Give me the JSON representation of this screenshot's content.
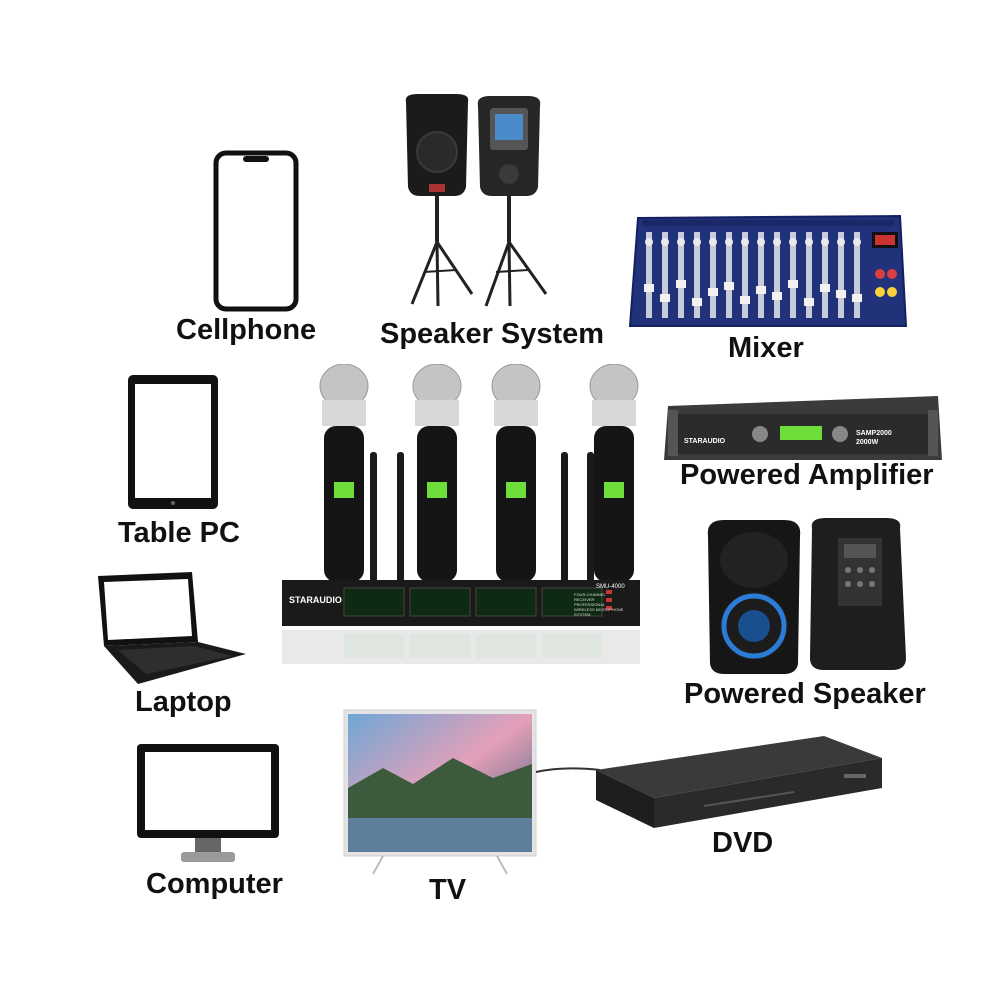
{
  "labels": {
    "cellphone": "Cellphone",
    "speaker_system": "Speaker System",
    "mixer": "Mixer",
    "table_pc": "Table PC",
    "powered_amplifier": "Powered Amplifier",
    "laptop": "Laptop",
    "powered_speaker": "Powered Speaker",
    "computer": "Computer",
    "tv": "TV",
    "dvd": "DVD"
  },
  "receiver": {
    "brand": "STARAUDIO",
    "model": "SMU-4000",
    "description": "FOUR-CHANNEL RECEIVER PROFESSIONAL WIRELESS MICROPHONE SYSTEM"
  },
  "amplifier": {
    "brand": "STARAUDIO",
    "model": "SAMP2000",
    "power": "2000W"
  },
  "colors": {
    "label_text": "#111111",
    "mixer_body": "#22327a",
    "lcd_green": "#6dde3a",
    "speaker_ring": "#2a7cd6"
  }
}
